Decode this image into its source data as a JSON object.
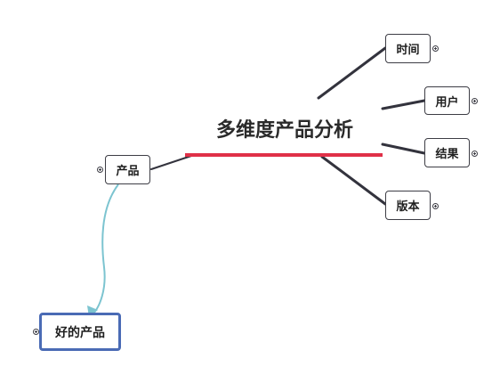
{
  "central_topic": "多维度产品分析",
  "topics": {
    "shijian": "时间",
    "yonghu": "用户",
    "jieguo": "结果",
    "banben": "版本",
    "chanpin": "产品",
    "haode_chanpin": "好的产品"
  },
  "colors": {
    "branch_line": "#33333d",
    "central_underline": "#e03048",
    "relationship_arrow": "#7cc4d0",
    "selected_border": "#4a6bb5"
  }
}
